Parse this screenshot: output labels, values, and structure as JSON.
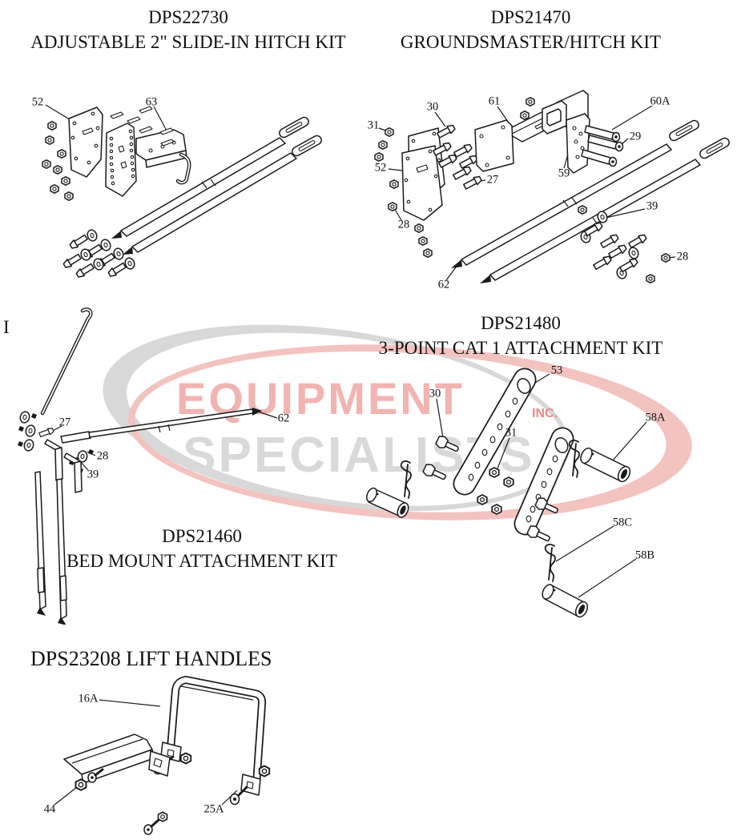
{
  "watermark": {
    "line1": "EQUIPMENT",
    "line2": "SPECIALISTS",
    "suffix": "INC.",
    "red_text_color": "#f1b4b1",
    "gray_text_color": "#d9d9d9",
    "inc_color": "#ec8a86",
    "red_ring_color": "#f3c3c0",
    "gray_ring_color": "#d8d8d8"
  },
  "figures": {
    "dps22730": {
      "code": "DPS22730",
      "name": "ADJUSTABLE 2\" SLIDE-IN HITCH KIT",
      "callouts": {
        "c52": "52",
        "c63": "63"
      }
    },
    "dps21470": {
      "code": "DPS21470",
      "name": "GROUNDSMASTER/HITCH KIT",
      "callouts": {
        "c31": "31",
        "c30": "30",
        "c61": "61",
        "c60a": "60A",
        "c29": "29",
        "c52": "52",
        "c27": "27",
        "c59": "59",
        "c39": "39",
        "c28l": "28",
        "c28r": "28",
        "c62": "62"
      }
    },
    "dps21480": {
      "code": "DPS21480",
      "name": "3-POINT CAT 1 ATTACHMENT KIT",
      "callouts": {
        "c53": "53",
        "c30": "30",
        "c31": "31",
        "c58a": "58A",
        "c58c": "58C",
        "c58b": "58B"
      }
    },
    "dps21460": {
      "code": "DPS21460",
      "name": "BED MOUNT ATTACHMENT KIT",
      "figure_label": "I",
      "callouts": {
        "c27": "27",
        "c28": "28",
        "c39": "39",
        "c62": "62"
      }
    },
    "dps23208": {
      "title": "DPS23208 LIFT HANDLES",
      "callouts": {
        "c16a": "16A",
        "c44": "44",
        "c25a": "25A"
      }
    }
  }
}
